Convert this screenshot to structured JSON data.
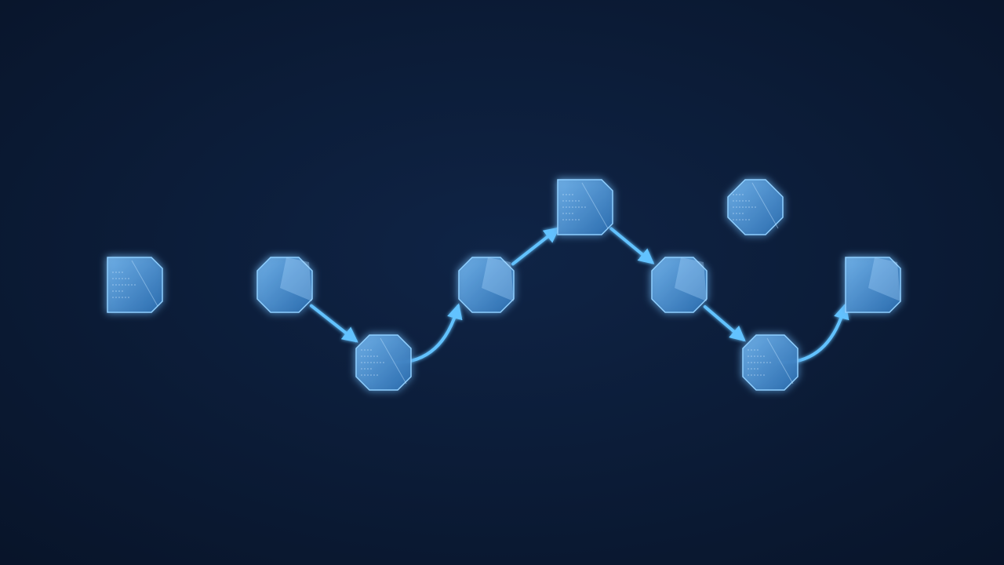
{
  "diagram": {
    "type": "flow",
    "colors": {
      "background_center": "#0f2446",
      "background_edge": "#081429",
      "node_fill_light": "#6fb0e8",
      "node_fill_dark": "#2b6db0",
      "node_stroke": "#7ec8ff",
      "edge_color": "#62c2ff",
      "glow": "#4aa8ff"
    },
    "nodes": [
      {
        "id": "n1",
        "label": "",
        "shape": "chamfered-square",
        "icon": "circuit-pattern"
      },
      {
        "id": "n2",
        "label": "",
        "shape": "octagon",
        "icon": "faceted-crystal"
      },
      {
        "id": "n3",
        "label": "",
        "shape": "octagon",
        "icon": "circuit-pattern"
      },
      {
        "id": "n4",
        "label": "",
        "shape": "octagon",
        "icon": "faceted-crystal"
      },
      {
        "id": "n5",
        "label": "",
        "shape": "chamfered-square",
        "icon": "circuit-pattern"
      },
      {
        "id": "n6",
        "label": "",
        "shape": "diamond-octagon",
        "icon": "circuit-pattern"
      },
      {
        "id": "n7",
        "label": "",
        "shape": "octagon",
        "icon": "faceted-crystal"
      },
      {
        "id": "n8",
        "label": "",
        "shape": "octagon",
        "icon": "circuit-pattern"
      },
      {
        "id": "n9",
        "label": "",
        "shape": "chamfered-square",
        "icon": "faceted-crystal"
      }
    ],
    "edges": [
      {
        "from": "n1",
        "to": "n2",
        "style": "straight"
      },
      {
        "from": "n2",
        "to": "n3",
        "style": "straight"
      },
      {
        "from": "n3",
        "to": "n4",
        "style": "curved"
      },
      {
        "from": "n4",
        "to": "n5",
        "style": "straight"
      },
      {
        "from": "n5",
        "to": "n6",
        "style": "straight"
      },
      {
        "from": "n5",
        "to": "n7",
        "style": "straight"
      },
      {
        "from": "n7",
        "to": "n9",
        "style": "straight"
      },
      {
        "from": "n7",
        "to": "n8",
        "style": "straight"
      },
      {
        "from": "n8",
        "to": "n9",
        "style": "curved"
      }
    ]
  }
}
